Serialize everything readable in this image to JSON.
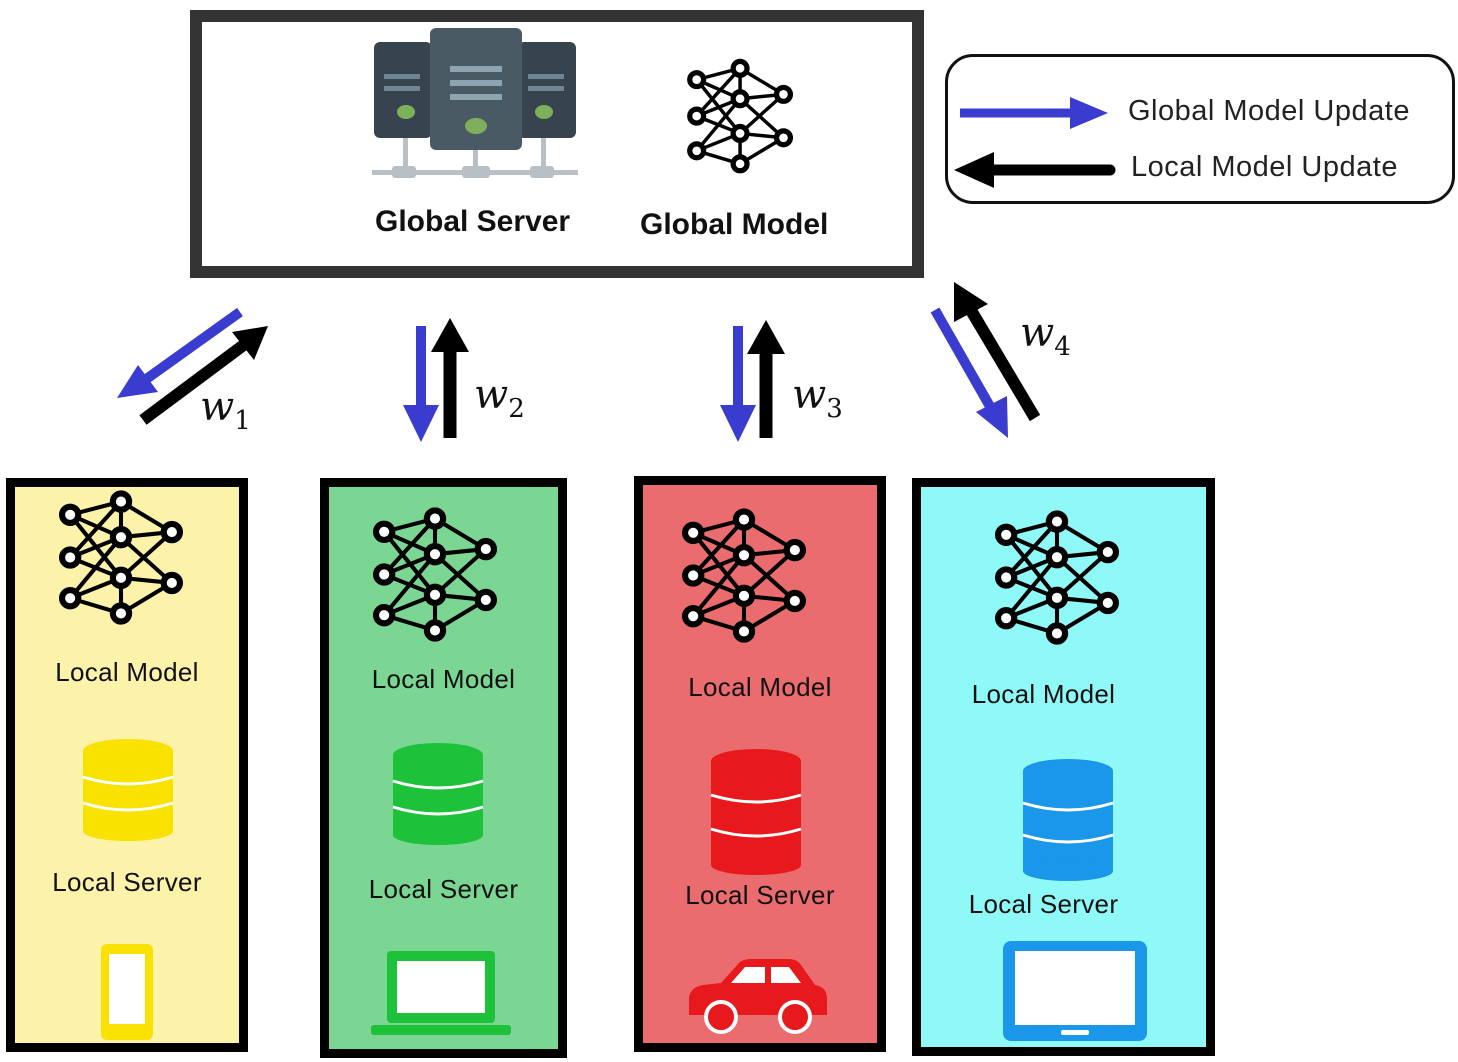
{
  "global": {
    "server_label": "Global Server",
    "model_label": "Global Model"
  },
  "legend": {
    "global_update": "Global Model Update",
    "local_update": "Local Model Update",
    "global_color": "#3a3ccf",
    "local_color": "#000000"
  },
  "weights": [
    {
      "symbol": "w",
      "sub": "1"
    },
    {
      "symbol": "w",
      "sub": "2"
    },
    {
      "symbol": "w",
      "sub": "3"
    },
    {
      "symbol": "w",
      "sub": "4"
    }
  ],
  "clients": [
    {
      "model_label": "Local Model",
      "server_label": "Local Server",
      "bg": "#fcf2aa",
      "db_color": "#f9e100",
      "device": "smartphone-icon"
    },
    {
      "model_label": "Local Model",
      "server_label": "Local Server",
      "bg": "#7ad692",
      "db_color": "#1ec13a",
      "device": "laptop-icon"
    },
    {
      "model_label": "Local Model",
      "server_label": "Local Server",
      "bg": "#eb6c6e",
      "db_color": "#e8191c",
      "device": "car-icon"
    },
    {
      "model_label": "Local Model",
      "server_label": "Local Server",
      "bg": "#8ef9f7",
      "db_color": "#1a97e8",
      "device": "tablet-icon"
    }
  ]
}
